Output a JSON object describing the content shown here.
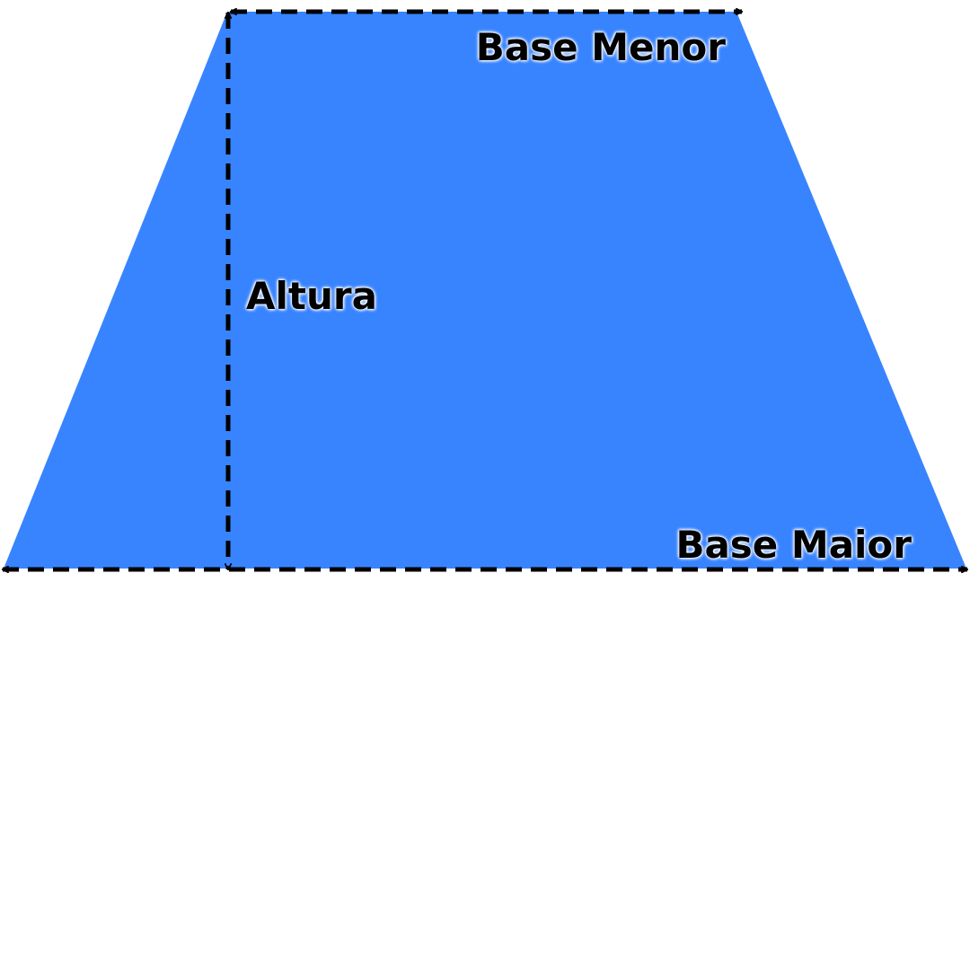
{
  "figure": {
    "shape": "trapezoid",
    "fill_color": "#3884FF",
    "line_color": "#000000",
    "label_color": "#000000"
  },
  "labels": {
    "base_menor": "Base Menor",
    "altura": "Altura",
    "base_maior": "Base Maior"
  }
}
